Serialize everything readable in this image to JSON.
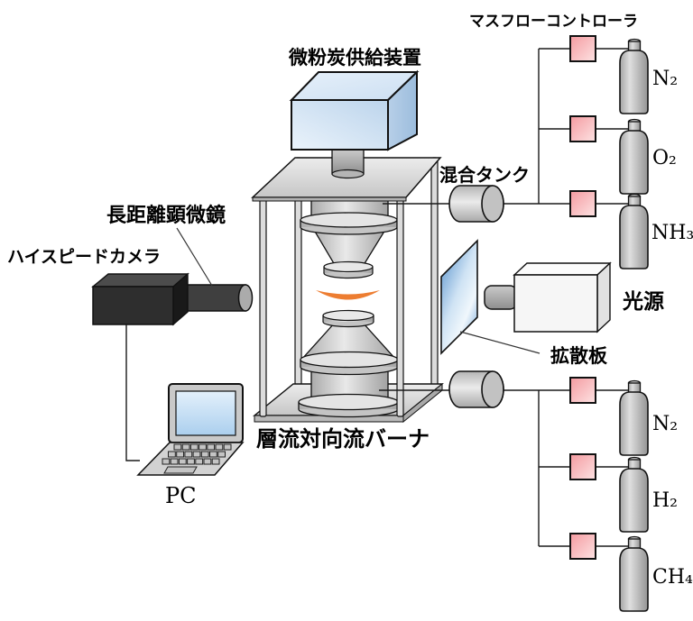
{
  "labels": {
    "mass_flow_controller": "マスフローコントローラ",
    "coal_feeder": "微粉炭供給装置",
    "mixing_tank": "混合タンク",
    "long_distance_microscope": "長距離顕微鏡",
    "high_speed_camera": "ハイスピードカメラ",
    "light_source": "光源",
    "diffuser_plate": "拡散板",
    "burner": "層流対向流バーナ",
    "pc": "PC"
  },
  "gases_top": [
    {
      "label": "N₂"
    },
    {
      "label": "O₂"
    },
    {
      "label": "NH₃"
    }
  ],
  "gases_bottom": [
    {
      "label": "N₂"
    },
    {
      "label": "H₂"
    },
    {
      "label": "CH₄"
    }
  ],
  "colors": {
    "mfc_pink": "#f49aa0",
    "feeder_blue": "#c3d9ee",
    "diffuser_blue": "#4a89c8",
    "flame_orange": "#ed7d31",
    "metal_gray": "#c9c9c9",
    "camera_black": "#2e2e2e"
  }
}
